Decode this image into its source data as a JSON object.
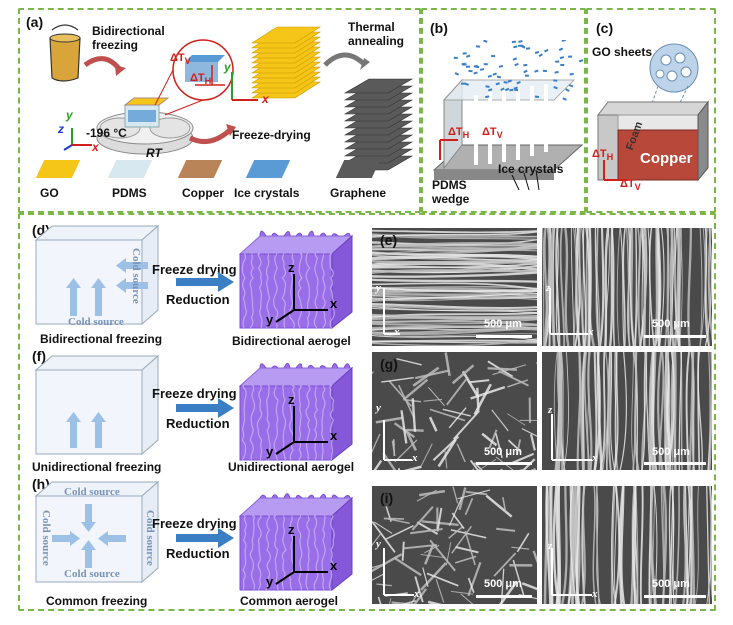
{
  "panels": {
    "a": {
      "label": "(a)",
      "bidirectional_freezing": "Bidirectional freezing",
      "delta_tv": "ΔT",
      "delta_tv_sub": "V",
      "delta_th": "ΔT",
      "delta_th_sub": "H",
      "temp": "-196 °C",
      "rt": "RT",
      "freeze_drying": "Freeze-drying",
      "thermal_annealing": "Thermal annealing",
      "legend": [
        {
          "name": "GO",
          "color": "#f5c518"
        },
        {
          "name": "PDMS",
          "color": "#d8e8f0"
        },
        {
          "name": "Copper",
          "color": "#b98558"
        },
        {
          "name": "Ice crystals",
          "color": "#5b9bd5"
        },
        {
          "name": "Graphene",
          "color": "#5a5a5a"
        }
      ]
    },
    "b": {
      "label": "(b)",
      "delta_th": "ΔT",
      "delta_th_sub": "H",
      "delta_tv": "ΔT",
      "delta_tv_sub": "V",
      "pdms_wedge": "PDMS wedge",
      "ice_crystals": "Ice crystals"
    },
    "c": {
      "label": "(c)",
      "go_sheets": "GO sheets",
      "foam": "Foam",
      "copper": "Copper",
      "delta_th": "ΔT",
      "delta_th_sub": "H",
      "delta_tv": "ΔT",
      "delta_tv_sub": "V"
    },
    "d": {
      "label": "(d)",
      "cold_source_1": "Cold source",
      "cold_source_2": "Cold source",
      "process_1": "Freeze drying",
      "process_2": "Reduction",
      "left_caption": "Bidirectional freezing",
      "right_caption": "Bidirectional aerogel"
    },
    "e": {
      "label": "(e)",
      "scale_left": "500 μm",
      "scale_right": "500 μm"
    },
    "f": {
      "label": "(f)",
      "process_1": "Freeze drying",
      "process_2": "Reduction",
      "left_caption": "Unidirectional freezing",
      "right_caption": "Unidirectional aerogel"
    },
    "g": {
      "label": "(g)",
      "scale_left": "500 μm",
      "scale_right": "500 μm"
    },
    "h": {
      "label": "(h)",
      "cold_top": "Cold source",
      "cold_left": "Cold source",
      "cold_right": "Cold source",
      "cold_bottom": "Cold source",
      "process_1": "Freeze drying",
      "process_2": "Reduction",
      "left_caption": "Common freezing",
      "right_caption": "Common aerogel"
    },
    "i": {
      "label": "(i)",
      "scale_left": "500 μm",
      "scale_right": "500 μm"
    }
  },
  "axes": {
    "x": "x",
    "y": "y",
    "z": "z"
  },
  "colors": {
    "frame": "#7ab648",
    "arrow": "#3a7fc4",
    "aerogel": "#9a6ee8",
    "red_arrow": "#d0201a"
  }
}
